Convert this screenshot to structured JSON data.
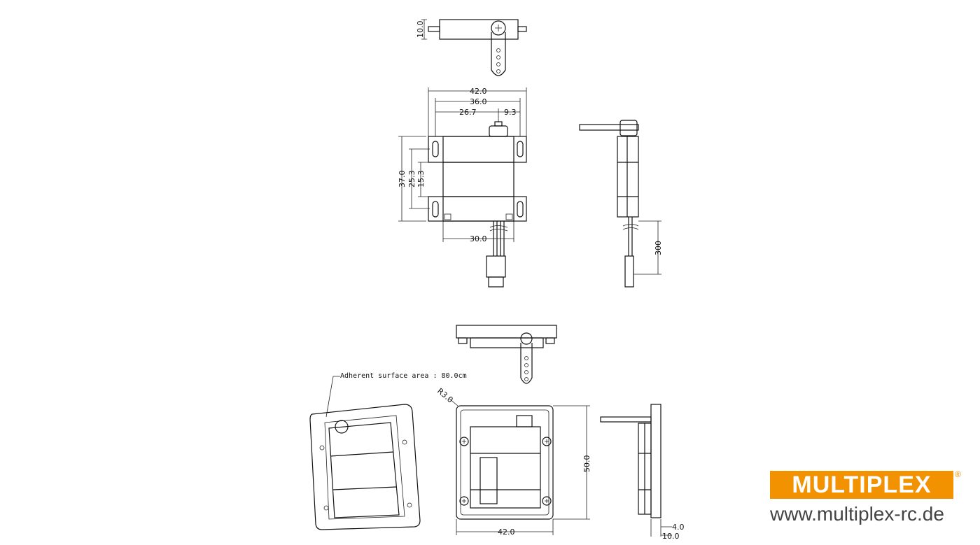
{
  "drawing": {
    "top_view": {
      "dim_height": "10.0"
    },
    "front_view": {
      "dim_overall_width": "42.0",
      "dim_hole_spacing": "36.0",
      "dim_shaft_offset": "26.7",
      "dim_shaft_to_hole": "9.3",
      "dim_overall_height": "37.0",
      "dim_hole_vertical": "25.3",
      "dim_inner": "15.3",
      "dim_body_width": "30.0"
    },
    "side_view": {
      "dim_cable_length": "300"
    },
    "frame_view": {
      "annotation": "Adherent surface area : 80.0cm",
      "radius": "R3.0",
      "dim_height": "50.0",
      "dim_width": "42.0",
      "dim_plate": "4.0",
      "dim_depth": "10.0"
    }
  },
  "brand": {
    "logo_text": "MULTIPLEX",
    "registered": "®",
    "url": "www.multiplex-rc.de",
    "color": "#f39200"
  }
}
